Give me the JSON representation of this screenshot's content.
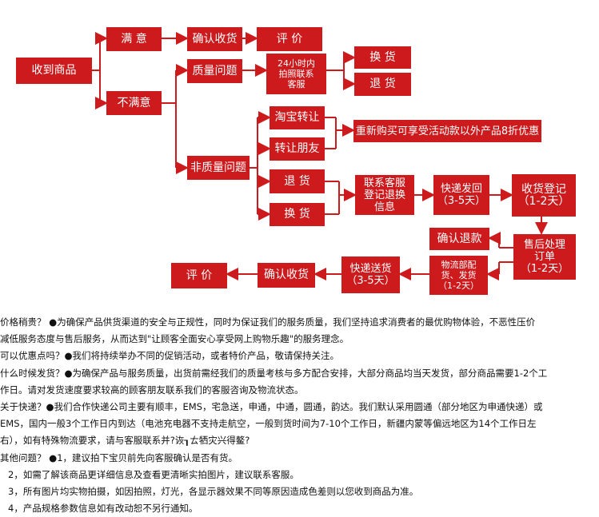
{
  "flow": {
    "receive": "收到商品",
    "satisfied": "满 意",
    "unsatisfied": "不满意",
    "confirm_receipt_top": "确认收货",
    "review_top": "评 价",
    "quality_issue": "质量问题",
    "photo_contact": "24小时内\n拍照联系\n客服",
    "exchange_quality": "换 货",
    "return_quality": "退 货",
    "taobao_transfer": "淘宝转让",
    "friend_transfer": "转让朋友",
    "repurchase_offer": "重新购买可享受活动款以外产品8折优惠",
    "non_quality_issue": "非质量问题",
    "return_nonquality": "退 货",
    "exchange_nonquality": "换 货",
    "contact_register": "联系客服\n登记退换\n信息",
    "express_return": "快递发回\n（3-5天）",
    "receipt_register": "收货登记\n（1-2天）",
    "after_sales": "售后处理\n订单\n（1-2天）",
    "confirm_refund": "确认退款",
    "logistics_ship": "物流部配\n货、发货\n（1-2天）",
    "express_delivery": "快递送货\n（3-5天）",
    "confirm_receipt_bottom": "确认收货",
    "review_bottom": "评 价"
  },
  "faq": [
    {
      "q": "价格稍贵？",
      "a": "        ●为确保产品供货渠道的安全与正规性，同时为保证我们的服务质量，我们坚持追求消费者的最优购物体验，不恶性压价"
    },
    {
      "q": "",
      "a": "减低服务态度与售后服务，从而达到\"让顾客全面安心享受网上购物乐趣\"的服务理念。"
    },
    {
      "q": "可以优惠点吗？",
      "a": "●我们将持续举办不同的促销活动，或者特价产品，敬请保持关注。"
    },
    {
      "q": "什么时候发货？",
      "a": "●为确保产品与服务质量，出货前需经我们的质量考核与多方配合安排，大部分商品均当天发货，部分商品需要1-2个工"
    },
    {
      "q": "",
      "a": "作日。请对发货速度要求较高的顾客朋友联系我们的客服咨询及物流状态。"
    },
    {
      "q": "关于快递？",
      "a": "●我们合作快递公司主要有顺丰，EMS，宅急送，申通，中通，圆通，韵达。我们默认采用圆通（部分地区为申通快递）或"
    },
    {
      "q": "",
      "a": "EMS，国内一般3个工作日内到达（电池充电器不支持走航空，一般到货时间为7-10个工作日，新疆内蒙等偏远地区为14个工作日左"
    },
    {
      "q": "",
      "a": "右），如有特殊物流要求，请与客服联系并?诙┒ㄊ牺灾兴得鳌?"
    },
    {
      "q": "其他问题？",
      "a": "        ●1，建议拍下宝贝前先向客服确认是否有货。"
    },
    {
      "q": "",
      "a": "   2，如需了解该商品更详细信息及查看更清晰实拍图片，建议联系客服。"
    },
    {
      "q": "",
      "a": "   3，所有图片均实物拍摄，如因拍照，灯光，各显示器效果不同等原因造成色差则以您收到商品为准。"
    },
    {
      "q": "",
      "a": "   4，产品规格参数信息如有改动恕不另行通知。"
    }
  ],
  "colors": {
    "box": "#cc1a1d",
    "line": "#cc1a1d",
    "text": "#111111"
  }
}
